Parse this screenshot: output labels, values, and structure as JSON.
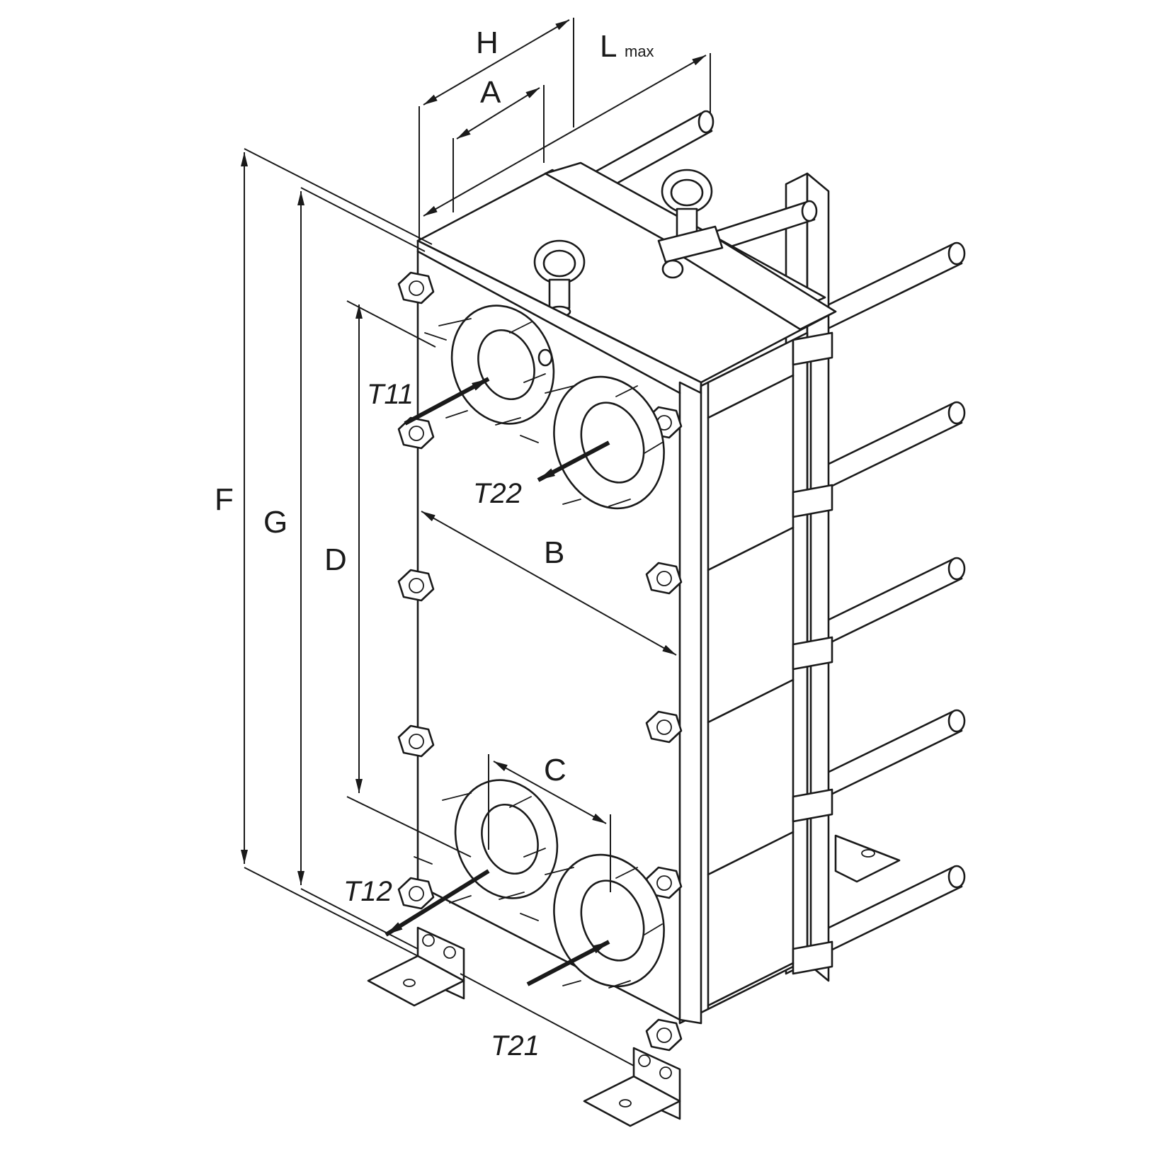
{
  "dimensions": {
    "H": "H",
    "A": "A",
    "L_main": "L",
    "L_sub": "max",
    "F": "F",
    "G": "G",
    "D": "D",
    "B": "B",
    "C": "C"
  },
  "ports": {
    "T11": "T11",
    "T22": "T22",
    "T12": "T12",
    "T21": "T21"
  },
  "colors": {
    "line": "#1a1a1a",
    "background": "#ffffff"
  }
}
